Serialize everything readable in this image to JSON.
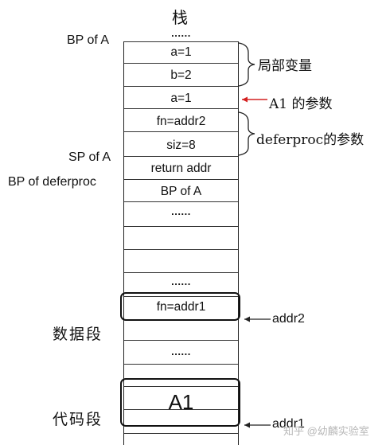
{
  "title": "栈",
  "cells": {
    "top_dots": "......",
    "a": "a=1",
    "b": "b=2",
    "arg_a": "a=1",
    "fn": "fn=addr2",
    "siz": "siz=8",
    "ret": "return addr",
    "bp_a": "BP of A",
    "dots_mid": "......",
    "dots_low": "......",
    "fn_addr1": "fn=addr1",
    "dots_data": "......",
    "code": "A1"
  },
  "left_labels": {
    "bp_of_a": "BP of A",
    "sp_of_a": "SP of A",
    "bp_of_deferproc": "BP of deferproc"
  },
  "annotations": {
    "locals": "局部变量",
    "a1_args": "A1 的参数",
    "deferproc_args": "deferproc的参数",
    "addr2": "addr2",
    "addr1": "addr1"
  },
  "segments": {
    "data": "数据段",
    "code": "代码段"
  },
  "watermark": "知乎 @幼麟实验室",
  "colors": {
    "arrow_red": "#d42020",
    "line": "#222222"
  }
}
